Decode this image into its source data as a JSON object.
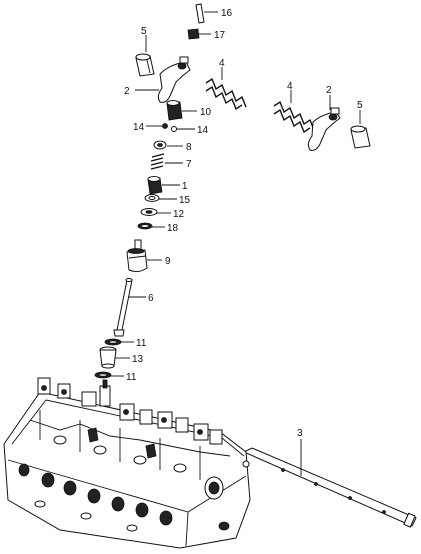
{
  "diagram": {
    "labels": {
      "p16": "16",
      "p17": "17",
      "p5a": "5",
      "p4a": "4",
      "p2a": "2",
      "p10": "10",
      "p14a": "14",
      "p14b": "14",
      "p8": "8",
      "p7": "7",
      "p1": "1",
      "p15": "15",
      "p12": "12",
      "p18": "18",
      "p9": "9",
      "p6": "6",
      "p11a": "11",
      "p13": "13",
      "p11b": "11",
      "p4b": "4",
      "p2b": "2",
      "p5b": "5",
      "p3": "3"
    }
  }
}
